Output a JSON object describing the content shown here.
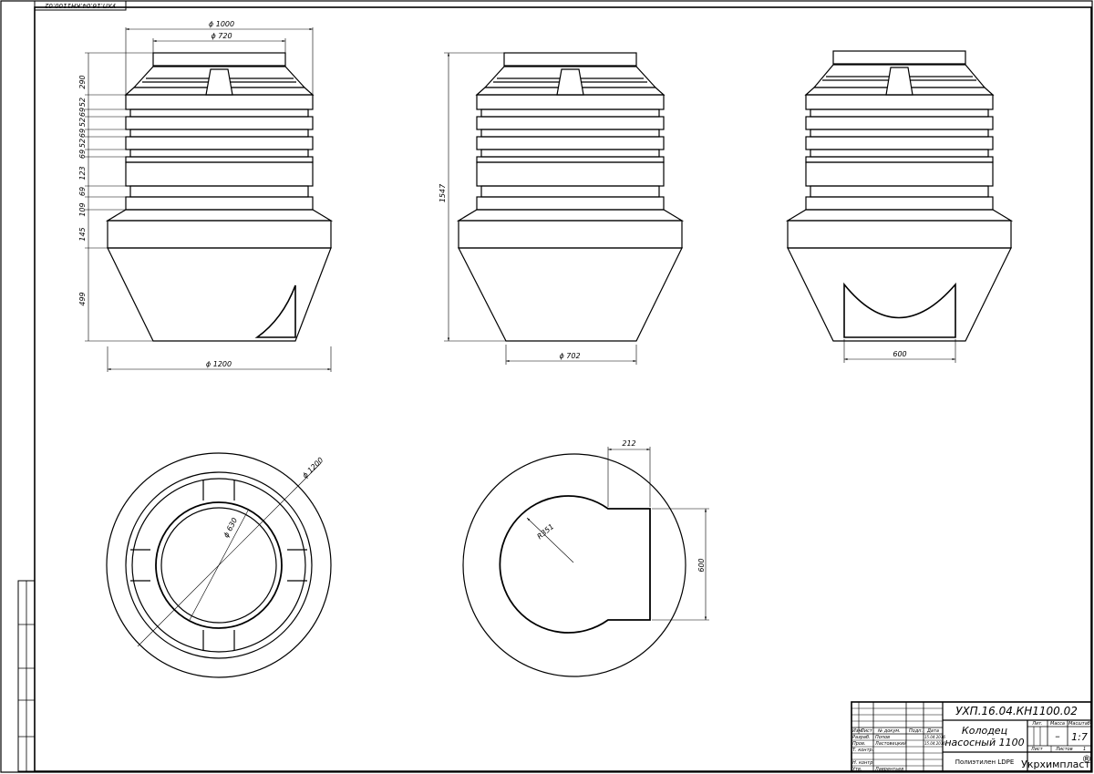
{
  "stamp_code_rotated": "УХП.16.04.КН1100.02",
  "view_front": {
    "dims": {
      "top_outer": "ϕ 1000",
      "top_inner": "ϕ 720",
      "base": "ϕ 1200",
      "h_290": "290",
      "h_52a": "52",
      "h_69a": "69",
      "h_52b": "52",
      "h_69b": "69",
      "h_52c": "52",
      "h_69c": "69",
      "h_123": "123",
      "h_69d": "69",
      "h_109": "109",
      "h_145": "145",
      "h_499": "499"
    }
  },
  "view_side": {
    "dims": {
      "height": "1547",
      "bottom": "ϕ 702"
    }
  },
  "view_back": {
    "dims": {
      "opening": "600"
    }
  },
  "plan_top": {
    "dims": {
      "outer": "ϕ 1200",
      "inner": "ϕ 630"
    }
  },
  "plan_bottom": {
    "dims": {
      "neck": "212",
      "radius": "R351",
      "width": "600"
    }
  },
  "title_block": {
    "code": "УХП.16.04.КН1100.02",
    "name_line1": "Колодец",
    "name_line2": "насосный  1100",
    "material": "Полиэтилен LDPE",
    "company": "Укрхимпласт",
    "registered": "®",
    "col_lit": "Лит.",
    "col_mass": "Масса",
    "col_scale": "Масштаб",
    "mass_value": "–",
    "scale_value": "1:7",
    "sheet_label": "Лист",
    "sheets_label": "Листов",
    "sheets_value": "1",
    "hdr_izm": "Изм.",
    "hdr_list": "Лист",
    "hdr_doc": "№ докум.",
    "hdr_sign": "Подп.",
    "hdr_date": "Дата",
    "row_dev": "Разраб.",
    "row_dev_name": "Попов",
    "row_dev_date": "15.04.2016",
    "row_chk": "Пров.",
    "row_chk_name": "Ластовецкий",
    "row_chk_date": "15.04.2016",
    "row_tk": "Т. контр.",
    "row_nk": "Н. контр.",
    "row_app": "Утв.",
    "row_app_name": "Лаврентьев"
  }
}
